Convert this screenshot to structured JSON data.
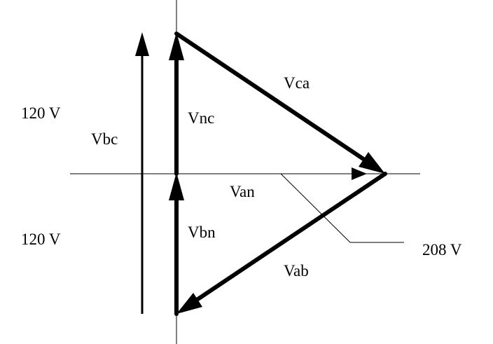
{
  "labels": {
    "voltage_upper": "120 V",
    "voltage_lower": "120 V",
    "vbc": "Vbc",
    "vnc": "Vnc",
    "vca": "Vca",
    "van": "Van",
    "vbn": "Vbn",
    "vab": "Vab",
    "line_voltage": "208 V"
  },
  "colors": {
    "stroke": "#000000",
    "background": "#ffffff"
  }
}
